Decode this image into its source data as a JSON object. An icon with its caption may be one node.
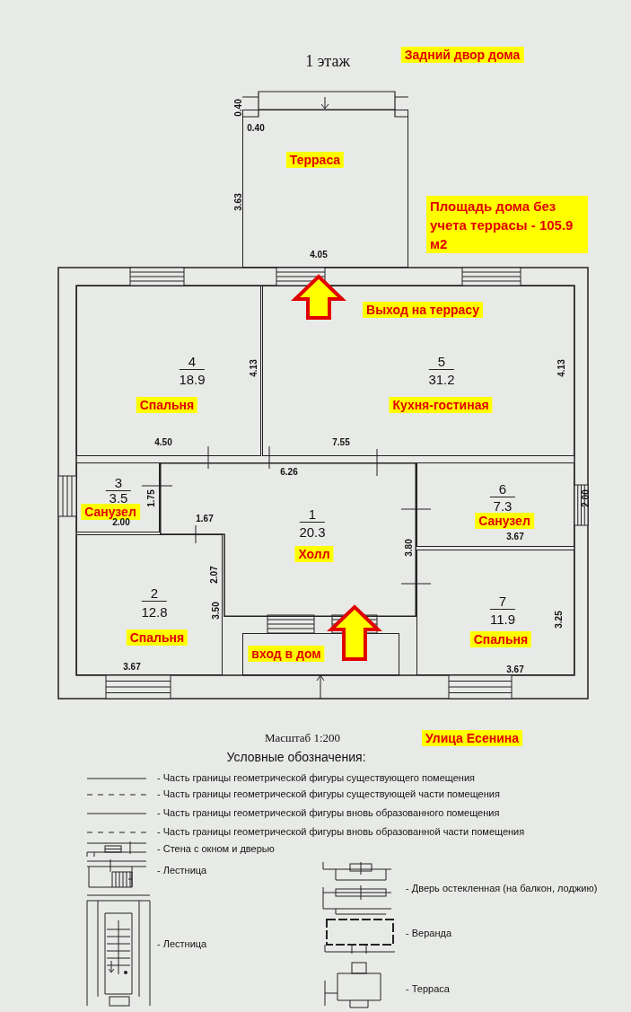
{
  "diagram": {
    "title": "1 этаж",
    "nodes": [
      {
        "text": [
          "Терраса"
        ],
        "beside": [
          "3.63"
        ]
      },
      {
        "text": [
          "4",
          "18.9",
          "Спальня"
        ]
      },
      {
        "text": [
          "5",
          "31.2",
          "Кухня-гостиная"
        ]
      },
      {
        "text": [
          "3",
          "3.5",
          "Санузел"
        ]
      },
      {
        "text": [
          "1",
          "20.3",
          "Холл"
        ]
      },
      {
        "text": [
          "6",
          "7.3",
          "Санузел"
        ],
        "beside": [
          "2.00"
        ]
      },
      {
        "text": [
          "2",
          "12.8",
          "Спальня"
        ]
      },
      {
        "text": [
          "7",
          "11.9",
          "Спальня"
        ]
      },
      {
        "text": [
          "вход в дом"
        ]
      }
    ],
    "edges": [
      {
        "from": 2,
        "to": 0,
        "arrow": "to",
        "style": "thick",
        "color": "#e00000"
      },
      {
        "from": 8,
        "to": 4,
        "arrow": "to",
        "style": "thick",
        "color": "#e00000"
      }
    ],
    "labels": [
      "Задний двор дома",
      "0.40",
      "0.40",
      "Площадь дома без учета террасы - 105.9 м2",
      "4.05",
      "Выход на террасу",
      "4.13",
      "4.13",
      "4.50",
      "7.55",
      "6.26",
      "1.75",
      "1.67",
      "2.00",
      "3.67",
      "3.80",
      "2.07",
      "3.50",
      "3.25",
      "3.67",
      "3.67",
      "Масштаб 1:200",
      "Улица Есенина",
      "Условные обозначения:"
    ],
    "legend": [
      {
        "text": "- Часть границы геометрической фигуры существующего помещения"
      },
      {
        "text": "- Часть границы геометрической фигуры существующей части помещения"
      },
      {
        "text": "- Часть границы геометрической фигуры вновь образованного помещения"
      },
      {
        "text": "- Часть границы геометрической фигуры вновь образованной части помещения"
      },
      {
        "text": "- Стена с окном и дверью"
      },
      {
        "text": "- Лестница"
      },
      {
        "text": "- Дверь остекленная (на балкон, лоджию)"
      },
      {
        "text": "- Веранда"
      },
      {
        "text": "- Лестница"
      },
      {
        "text": "- Терраса"
      }
    ]
  }
}
